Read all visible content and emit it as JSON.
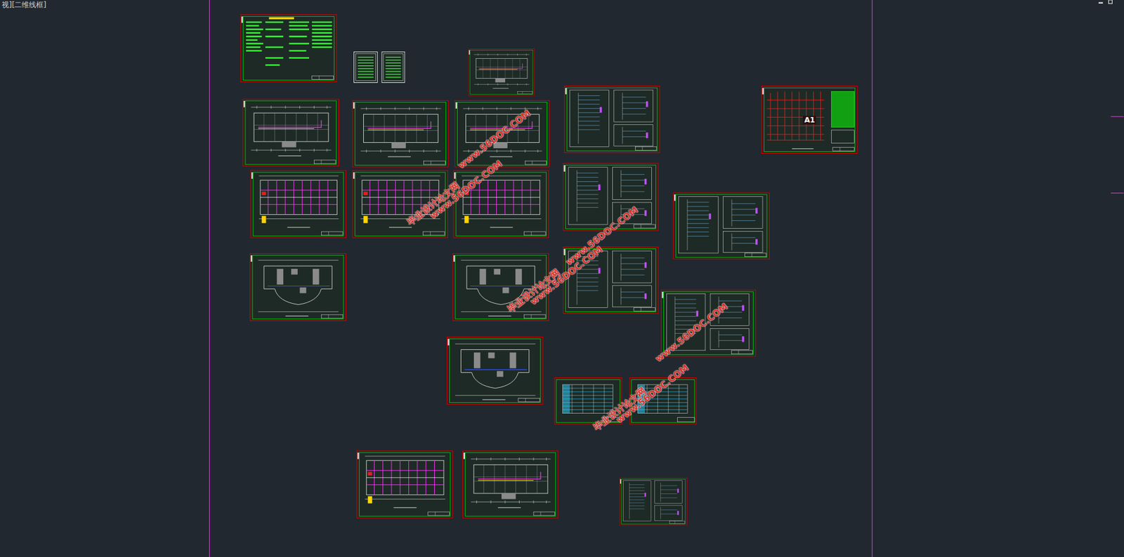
{
  "diagram": {
    "nodes": [
      {
        "text": [
          "A1"
        ]
      }
    ],
    "labels": [
      "视][二维线框]",
      "www.56DOC.COM",
      "毕业设计论文网",
      "www.56DOC.COM",
      "www.56DOC.COM",
      "毕业设计论文网",
      "www.56DOC.COM",
      "www.56DOC.COM",
      "毕业设计论文网",
      "www.56DOC.COM"
    ]
  }
}
